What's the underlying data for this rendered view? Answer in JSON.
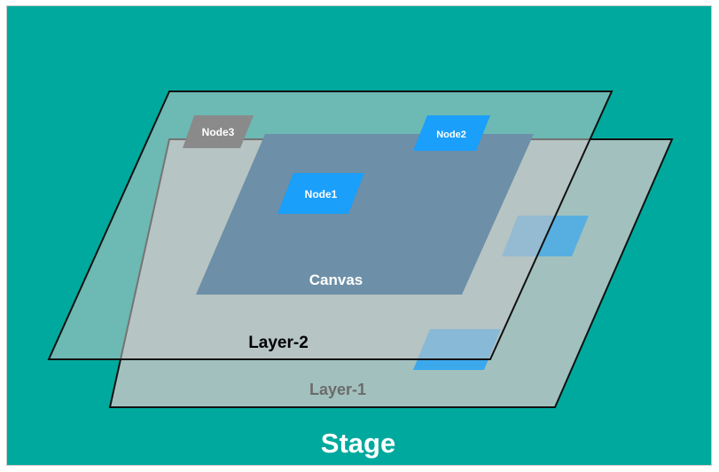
{
  "colors": {
    "stage": "#00a99d",
    "layer_fill": "#c6c6c6",
    "canvas": "#004c80",
    "node_blue": "#1a9ffb",
    "node_gray": "#8a8a8a",
    "layer1_text": "#6b6b6b",
    "layer2_text": "#000000",
    "white": "#ffffff"
  },
  "stage": {
    "label": "Stage"
  },
  "layer1": {
    "label": "Layer-1"
  },
  "layer2": {
    "label": "Layer-2"
  },
  "canvas": {
    "label": "Canvas"
  },
  "nodes": {
    "node1": "Node1",
    "node2": "Node2",
    "node3": "Node3"
  }
}
